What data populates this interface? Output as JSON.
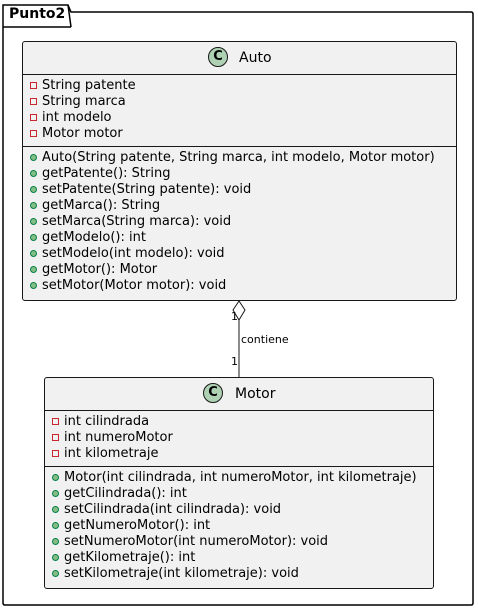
{
  "package": {
    "name": "Punto2"
  },
  "classes": [
    {
      "name": "Auto",
      "stereotype_letter": "C",
      "attributes": [
        {
          "visibility": "private",
          "text": "String patente"
        },
        {
          "visibility": "private",
          "text": "String marca"
        },
        {
          "visibility": "private",
          "text": "int modelo"
        },
        {
          "visibility": "private",
          "text": "Motor motor"
        }
      ],
      "methods": [
        {
          "visibility": "public",
          "text": "Auto(String patente, String marca, int modelo, Motor motor)"
        },
        {
          "visibility": "public",
          "text": "getPatente(): String"
        },
        {
          "visibility": "public",
          "text": "setPatente(String patente): void"
        },
        {
          "visibility": "public",
          "text": "getMarca(): String"
        },
        {
          "visibility": "public",
          "text": "setMarca(String marca): void"
        },
        {
          "visibility": "public",
          "text": "getModelo(): int"
        },
        {
          "visibility": "public",
          "text": "setModelo(int modelo): void"
        },
        {
          "visibility": "public",
          "text": "getMotor(): Motor"
        },
        {
          "visibility": "public",
          "text": "setMotor(Motor motor): void"
        }
      ]
    },
    {
      "name": "Motor",
      "stereotype_letter": "C",
      "attributes": [
        {
          "visibility": "private",
          "text": "int cilindrada"
        },
        {
          "visibility": "private",
          "text": "int numeroMotor"
        },
        {
          "visibility": "private",
          "text": "int kilometraje"
        }
      ],
      "methods": [
        {
          "visibility": "public",
          "text": "Motor(int cilindrada, int numeroMotor, int kilometraje)"
        },
        {
          "visibility": "public",
          "text": "getCilindrada(): int"
        },
        {
          "visibility": "public",
          "text": "setCilindrada(int cilindrada): void"
        },
        {
          "visibility": "public",
          "text": "getNumeroMotor(): int"
        },
        {
          "visibility": "public",
          "text": "setNumeroMotor(int numeroMotor): void"
        },
        {
          "visibility": "public",
          "text": "getKilometraje(): int"
        },
        {
          "visibility": "public",
          "text": "setKilometraje(int kilometraje): void"
        }
      ]
    }
  ],
  "association": {
    "label": "contiene",
    "source_multiplicity": "1",
    "target_multiplicity": "1",
    "kind": "aggregation"
  }
}
